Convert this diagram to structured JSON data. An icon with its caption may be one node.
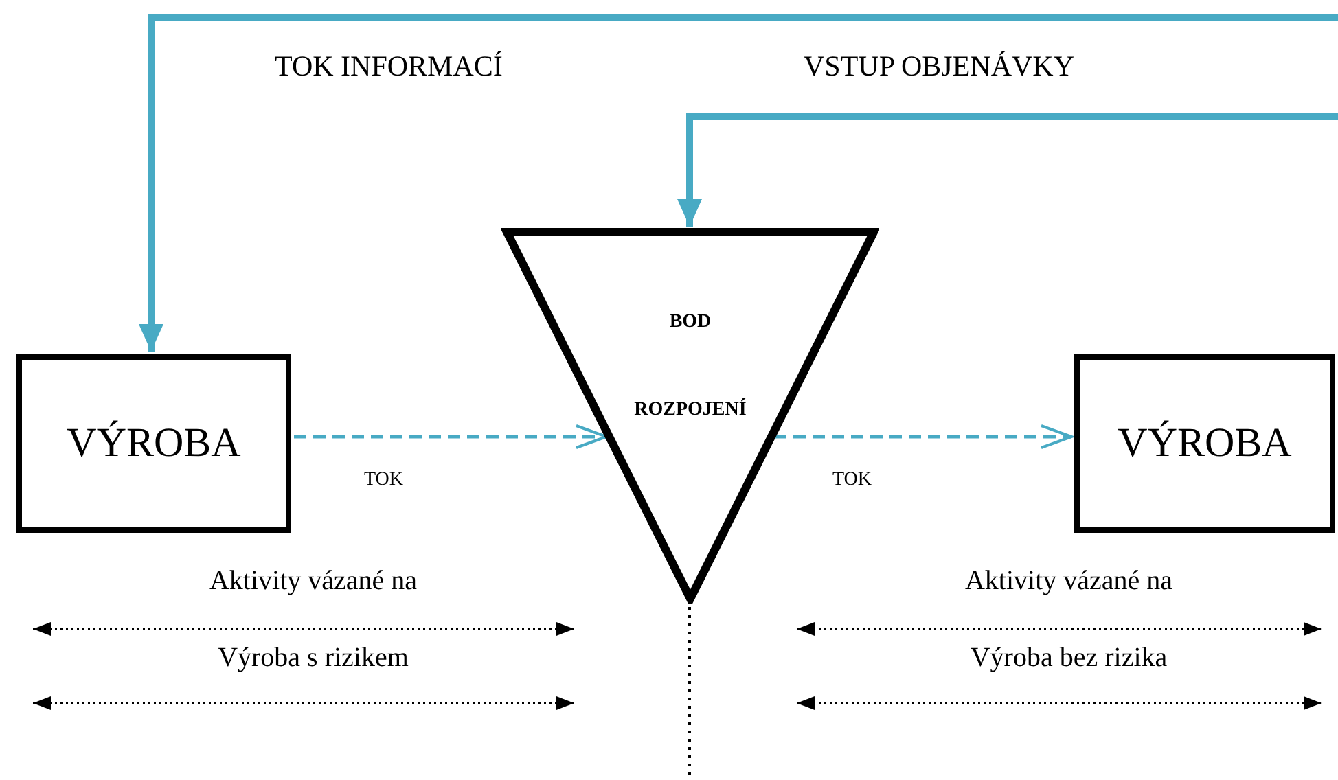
{
  "diagram": {
    "nodes": [
      {
        "text": [
          "VÝROBA"
        ]
      },
      {
        "text": [
          "BOD ROZPOJENÍ"
        ]
      },
      {
        "text": [
          "VÝROBA"
        ]
      }
    ],
    "edges": [
      {
        "from": null,
        "to": 0,
        "arrow": "to",
        "label": "TOK INFORMACÍ",
        "style": "thick"
      },
      {
        "from": null,
        "to": 1,
        "arrow": "to",
        "label": "VSTUP OBJENÁVKY",
        "style": "thick"
      },
      {
        "from": 0,
        "to": 1,
        "arrow": "to",
        "label": "TOK",
        "style": "dashed"
      },
      {
        "from": 1,
        "to": 2,
        "arrow": "to",
        "label": "TOK",
        "style": "dashed"
      }
    ],
    "labels": [
      "Aktivity vázané na",
      "Aktivity vázané na",
      "Výroba s rizikem",
      "Výroba bez rizika"
    ]
  }
}
